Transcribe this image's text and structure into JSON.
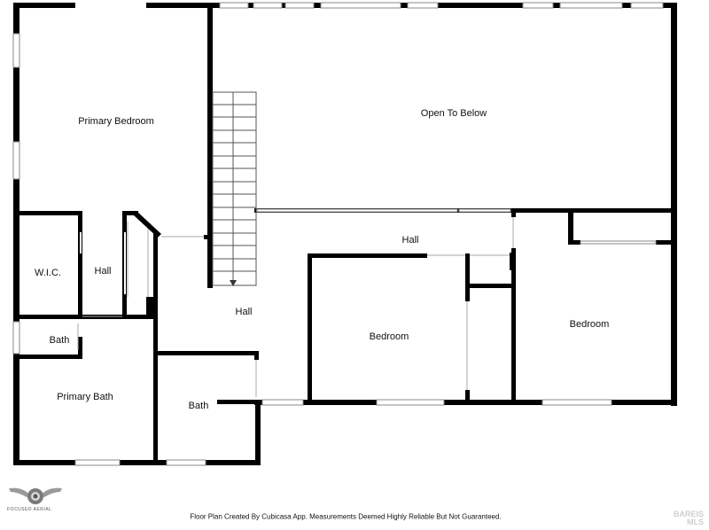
{
  "rooms": {
    "primary_bedroom": "Primary Bedroom",
    "open_to_below": "Open To Below",
    "hall_upper": "Hall",
    "wic": "W.I.C.",
    "hall_small": "Hall",
    "hall_center": "Hall",
    "bath_small": "Bath",
    "primary_bath": "Primary Bath",
    "bath_lower": "Bath",
    "bedroom_mid": "Bedroom",
    "bedroom_right": "Bedroom"
  },
  "footer": {
    "disclaimer": "Floor Plan Created By Cubicasa App. Measurements Deemed Highly Reliable But Not Guaranteed."
  },
  "branding": {
    "logo_icon": "camera-wings-logo",
    "logo_text": "FOCUSED AERIAL",
    "watermark_line1": "BAREIS",
    "watermark_line2": "MLS"
  }
}
